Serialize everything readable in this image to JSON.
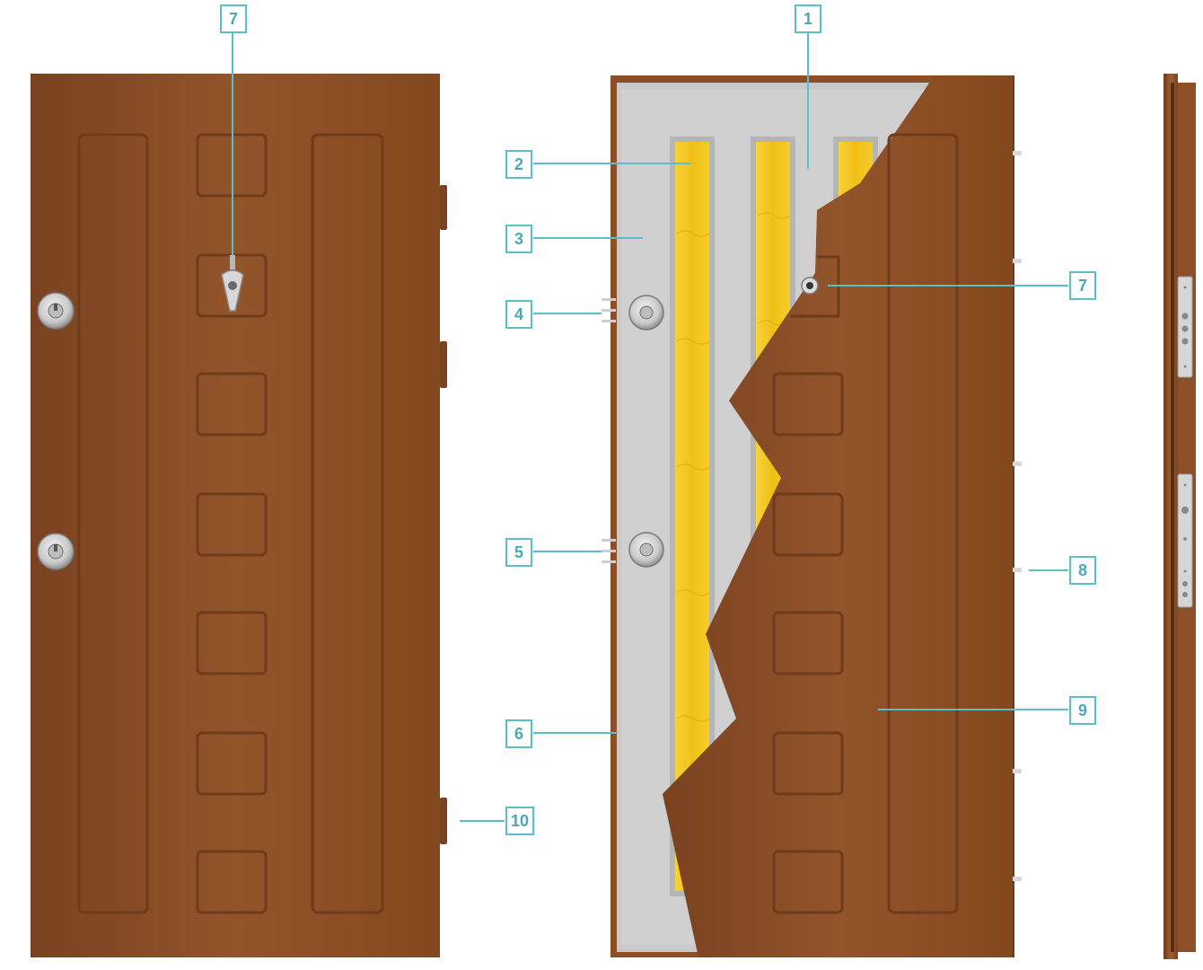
{
  "colors": {
    "door_brown": "#8c4f28",
    "door_brown_light": "#9a5a30",
    "panel_shadow": "#6e3b1c",
    "steel_frame": "#c8c8c8",
    "insulation": "#f4c81a",
    "callout": "#5bbfc7",
    "metal": "#cfcfcf"
  },
  "callouts": {
    "c1": "1",
    "c2": "2",
    "c3": "3",
    "c4": "4",
    "c5": "5",
    "c6": "6",
    "c7_front": "7",
    "c7_open": "7",
    "c8": "8",
    "c9": "9",
    "c10": "10"
  },
  "icons": {
    "lock": "cylinder-lock-icon",
    "knocker": "door-knocker-icon",
    "peephole": "peephole-icon",
    "hinge": "hinge-icon",
    "bolt": "locking-bolt-icon"
  }
}
